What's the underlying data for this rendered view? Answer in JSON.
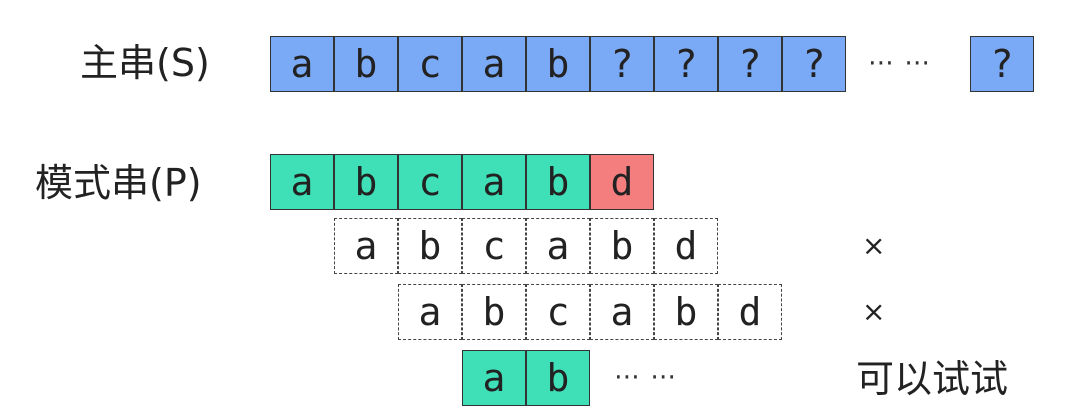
{
  "labels": {
    "main": "主串(S)",
    "pattern": "模式串(P)"
  },
  "main_string": {
    "cells": [
      "a",
      "b",
      "c",
      "a",
      "b",
      "?",
      "?",
      "?",
      "?"
    ],
    "ellipsis": "⋯ ⋯",
    "last_cell": "?"
  },
  "pattern_string": {
    "cells": [
      "a",
      "b",
      "c",
      "a",
      "b",
      "d"
    ]
  },
  "shift1": {
    "cells": [
      "a",
      "b",
      "c",
      "a",
      "b",
      "d"
    ],
    "mark": "×"
  },
  "shift2": {
    "cells": [
      "a",
      "b",
      "c",
      "a",
      "b",
      "d"
    ],
    "mark": "×"
  },
  "shift3": {
    "cells": [
      "a",
      "b"
    ],
    "ellipsis": "⋯ ⋯",
    "note": "可以试试"
  },
  "colors": {
    "main": "#7aaaf5",
    "match": "#3fe0b8",
    "mismatch": "#f47d7d"
  }
}
